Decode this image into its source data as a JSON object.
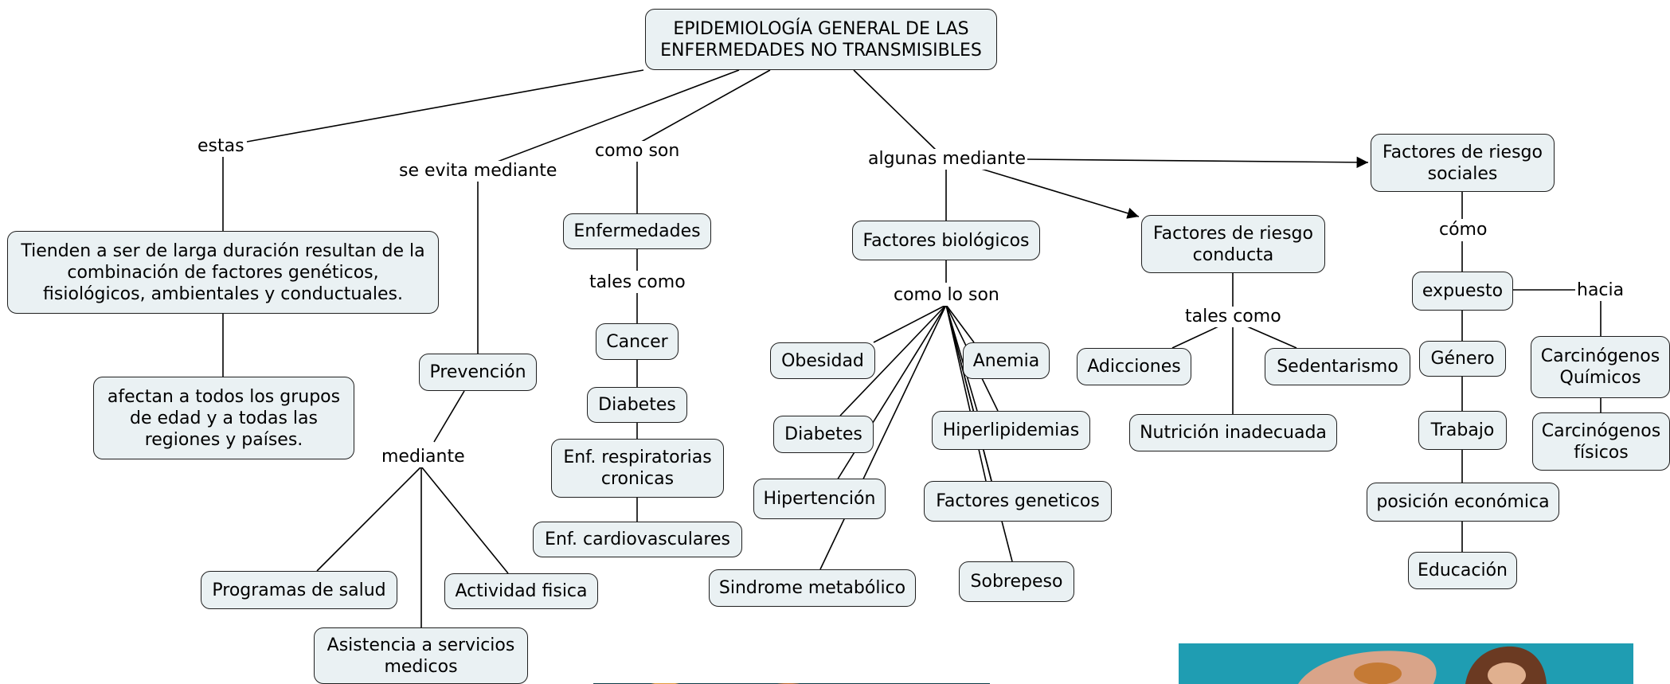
{
  "concept_map": {
    "root": "EPIDEMIOLOGÍA GENERAL DE LAS\nENFERMEDADES NO TRANSMISIBLES",
    "branch_estas": {
      "link": "estas",
      "node_desc": "Tienden a ser de larga duración resultan de la\ncombinación de factores genéticos,\nfisiológicos, ambientales y conductuales.",
      "node_afectan": "afectan a todos los grupos\nde edad y a todas las\nregiones y países."
    },
    "branch_prevencion": {
      "link": "se evita mediante",
      "node": "Prevención",
      "link_mediante": "mediante",
      "children": [
        "Programas de salud",
        "Actividad fisica",
        "Asistencia a servicios\nmedicos"
      ]
    },
    "branch_enfermedades": {
      "link": "como son",
      "node": "Enfermedades",
      "link_tales": "tales como",
      "children": [
        "Cancer",
        "Diabetes",
        "Enf. respiratorias\ncronicas",
        "Enf. cardiovasculares"
      ]
    },
    "branch_factores": {
      "link": "algunas mediante",
      "node_bio": "Factores biológicos",
      "link_como_lo_son": "como lo son",
      "bio_children": [
        "Obesidad",
        "Diabetes",
        "Hipertención",
        "Sindrome metabólico",
        "Anemia",
        "Hiperlipidemias",
        "Factores geneticos",
        "Sobrepeso"
      ],
      "node_conducta": "Factores de riesgo\nconducta",
      "link_tales_conducta": "tales como",
      "conducta_children": [
        "Adicciones",
        "Sedentarismo",
        "Nutrición inadecuada"
      ],
      "node_sociales": "Factores de riesgo\nsociales",
      "link_como": "cómo",
      "node_expuesto": "expuesto",
      "link_hacia": "hacia",
      "sociales_children": [
        "Género",
        "Trabajo",
        "posición económica",
        "Educación"
      ],
      "hacia_children": [
        "Carcinógenos\nQuímicos",
        "Carcinógenos\nfísicos"
      ]
    }
  },
  "images": [
    {
      "name": "food-photo",
      "colors": [
        "#0e3b46",
        "#c46a2a",
        "#e39b3e"
      ]
    },
    {
      "name": "person-burger-photo",
      "colors": [
        "#1f9db2",
        "#d9a489",
        "#6b3a22"
      ]
    }
  ]
}
